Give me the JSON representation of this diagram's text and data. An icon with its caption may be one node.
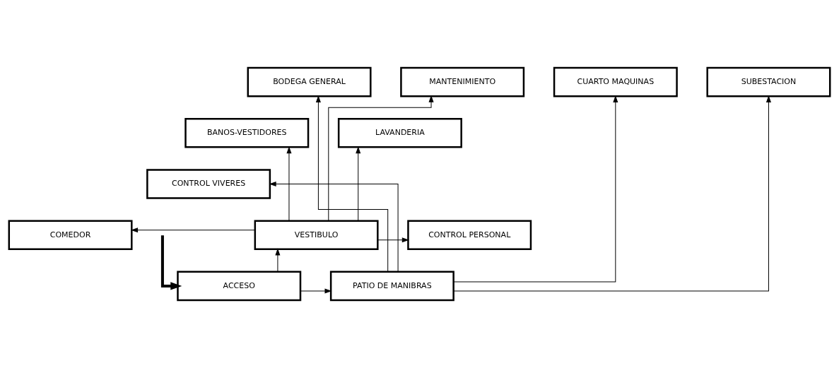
{
  "diagram": {
    "nodes": [
      {
        "text": [
          "BODEGA GENERAL"
        ]
      },
      {
        "text": [
          "MANTENIMIENTO"
        ]
      },
      {
        "text": [
          "CUARTO MAQUINAS"
        ]
      },
      {
        "text": [
          "SUBESTACION"
        ]
      },
      {
        "text": [
          "BANOS-VESTIDORES"
        ]
      },
      {
        "text": [
          "LAVANDERIA"
        ]
      },
      {
        "text": [
          "CONTROL VIVERES"
        ]
      },
      {
        "text": [
          "COMEDOR"
        ]
      },
      {
        "text": [
          "VESTIBULO"
        ]
      },
      {
        "text": [
          "CONTROL PERSONAL"
        ]
      },
      {
        "text": [
          "ACCESO"
        ]
      },
      {
        "text": [
          "PATIO DE MANIBRAS"
        ]
      }
    ],
    "edges": [
      {
        "from": 11,
        "to": 0,
        "arrow": "to"
      },
      {
        "from": 8,
        "to": 1,
        "arrow": "to"
      },
      {
        "from": 11,
        "to": 2,
        "arrow": "to"
      },
      {
        "from": 11,
        "to": 3,
        "arrow": "to"
      },
      {
        "from": 8,
        "to": 4,
        "arrow": "to"
      },
      {
        "from": 8,
        "to": 5,
        "arrow": "to"
      },
      {
        "from": 11,
        "to": 6,
        "arrow": "to"
      },
      {
        "from": 8,
        "to": 7,
        "arrow": "to"
      },
      {
        "from": 8,
        "to": 9,
        "arrow": "to"
      },
      {
        "from": 10,
        "to": 8,
        "arrow": "to"
      },
      {
        "from": 10,
        "to": 11,
        "arrow": "to"
      },
      {
        "from": null,
        "to": 10,
        "arrow": "to",
        "style": "thick"
      }
    ]
  }
}
